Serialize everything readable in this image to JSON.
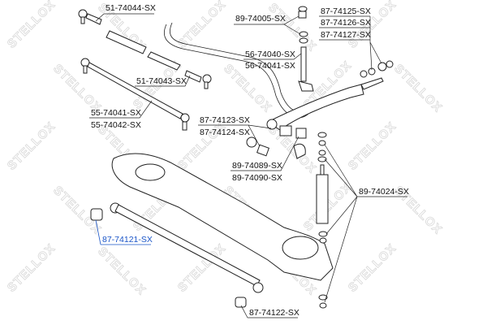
{
  "watermark": "STELLOX",
  "colors": {
    "highlight_label": "#1a55c8",
    "text": "#111111",
    "watermark": "#d8d8d8"
  },
  "labels": {
    "l51_74044": "51-74044-SX",
    "l89_74005": "89-74005-SX",
    "l87_74125": "87-74125-SX",
    "l87_74126": "87-74126-SX",
    "l87_74127": "87-74127-SX",
    "l56_74040": "56-74040-SX",
    "l56_74041": "56-74041-SX",
    "l51_74043": "51-74043-SX",
    "l55_74041": "55-74041-SX",
    "l55_74042": "55-74042-SX",
    "l87_74123": "87-74123-SX",
    "l87_74124": "87-74124-SX",
    "l89_74089": "89-74089-SX",
    "l89_74090": "89-74090-SX",
    "l89_74024": "89-74024-SX",
    "l87_74121": "87-74121-SX",
    "l87_74122": "87-74122-SX"
  }
}
